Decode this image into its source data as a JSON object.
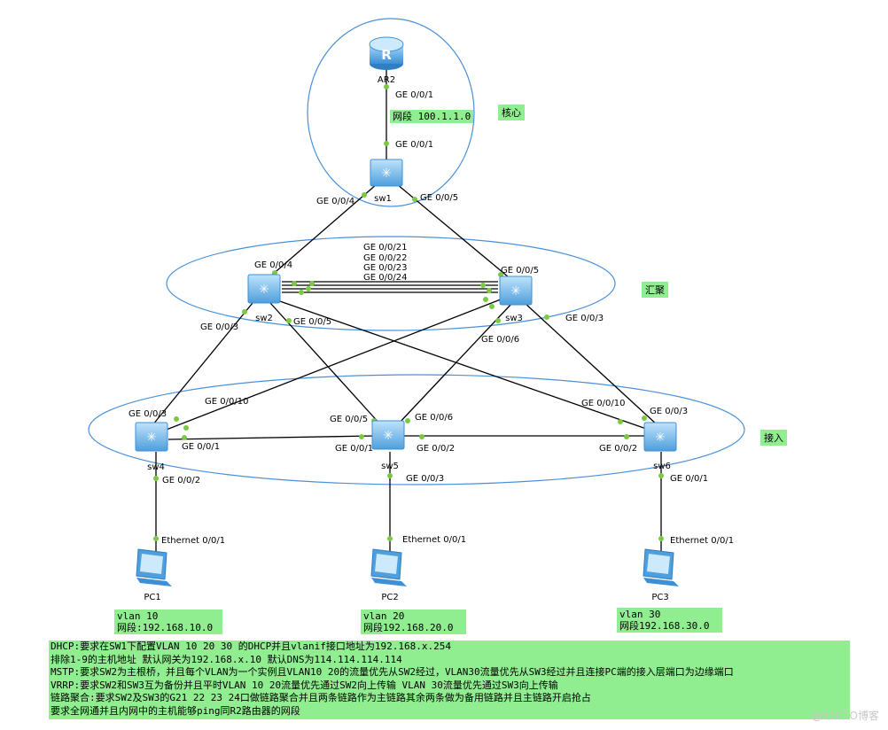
{
  "zones": {
    "core": "核心",
    "aggregation": "汇聚",
    "access": "接入"
  },
  "devices": {
    "ar2": "AR2",
    "sw1": "sw1",
    "sw2": "sw2",
    "sw3": "sw3",
    "sw4": "sw4",
    "sw5": "sw5",
    "sw6": "sw6",
    "pc1": "PC1",
    "pc2": "PC2",
    "pc3": "PC3"
  },
  "ports": {
    "ar2_down": "GE 0/0/1",
    "sw1_up": "GE 0/0/1",
    "sw1_left": "GE 0/0/4",
    "sw1_right": "GE 0/0/5",
    "sw2_up": "GE 0/0/4",
    "sw3_up": "GE 0/0/5",
    "trunk": [
      "GE 0/0/21",
      "GE 0/0/22",
      "GE 0/0/23",
      "GE 0/0/24"
    ],
    "sw2_left_down": "GE 0/0/3",
    "sw2_mid_down": "GE 0/0/5",
    "sw3_mid_down": "GE 0/0/6",
    "sw3_right_down": "GE 0/0/3",
    "sw4_up_left": "GE 0/0/3",
    "sw4_up_right": "GE 0/0/10",
    "sw4_right": "GE 0/0/1",
    "sw4_down": "GE 0/0/2",
    "sw5_up_left": "GE 0/0/5",
    "sw5_up_right": "GE 0/0/6",
    "sw5_left": "GE 0/0/1",
    "sw5_right": "GE 0/0/2",
    "sw5_down": "GE 0/0/3",
    "sw6_up_left": "GE 0/0/10",
    "sw6_up_right": "GE 0/0/3",
    "sw6_left": "GE 0/0/2",
    "sw6_down": "GE 0/0/1",
    "pc1_eth": "Ethernet 0/0/1",
    "pc2_eth": "Ethernet 0/0/1",
    "pc3_eth": "Ethernet 0/0/1"
  },
  "notes": {
    "core_net": "网段 100.1.1.0",
    "vlan10_a": "vlan 10",
    "vlan10_b": "网段:192.168.10.0",
    "vlan20_a": "vlan 20",
    "vlan20_b": "网段192.168.20.0",
    "vlan30_a": "vlan 30",
    "vlan30_b": "网段192.168.30.0"
  },
  "requirements": [
    "DHCP:要求在SW1下配置VLAN 10 20 30 的DHCP并且vlanif接口地址为192.168.x.254",
    "排除1-9的主机地址 默认网关为192.168.x.10 默认DNS为114.114.114.114",
    "MSTP:要求SW2为主根桥，并且每个VLAN为一个实例且VLAN10 20的流量优先从SW2经过，VLAN30流量优先从SW3经过并且连接PC端的接入层端口为边缘端口",
    "VRRP:要求SW2和SW3互为备份并且平时VLAN 10 20流量优先通过SW2向上传输 VLAN 30流量优先通过SW3向上传输",
    "链路聚合:要求SW2及SW3的G21 22 23 24口做链路聚合并且两条链路作为主链路其余两条做为备用链路并且主链路开启抢占",
    "要求全网通并且内网中的主机能够ping同R2路由器的网段"
  ],
  "watermark": "@51CTO博客",
  "colors": {
    "note_bg": "#90ee90",
    "port_dot": "#7ac943",
    "ellipse": "#4a90d9",
    "device_blue": "#5aa9e6"
  }
}
